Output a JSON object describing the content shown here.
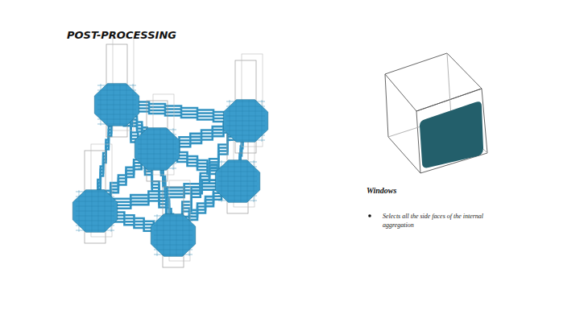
{
  "diagram": {
    "title": "POST-PROCESSING",
    "labels": [
      "Windows",
      "Selects all the side faces of the internal aggregation"
    ]
  }
}
